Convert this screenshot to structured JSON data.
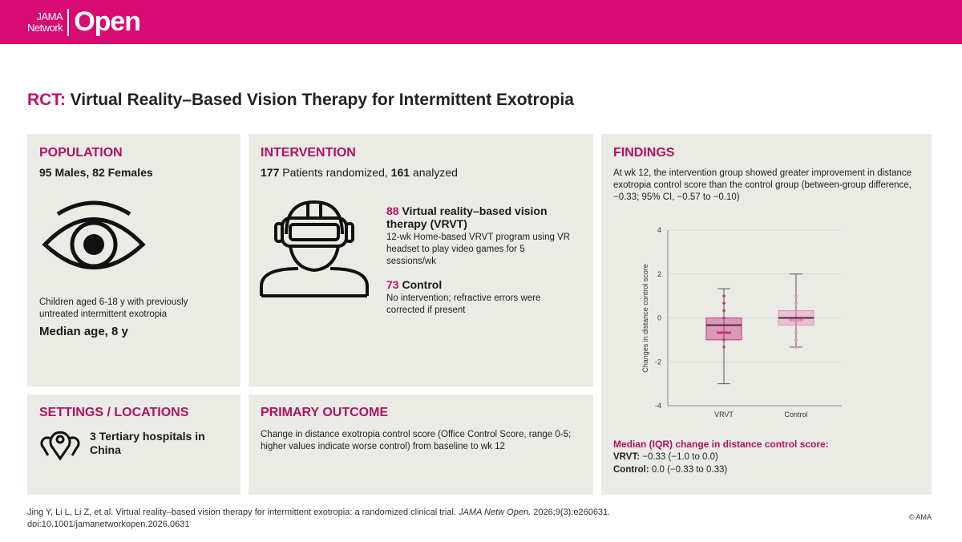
{
  "header": {
    "logo_line1": "JAMA",
    "logo_line2": "Network",
    "logo_main": "Open"
  },
  "title": {
    "prefix": "RCT:",
    "text": "Virtual Reality–Based Vision Therapy for Intermittent Exotropia"
  },
  "population": {
    "heading": "POPULATION",
    "summary": "95 Males, 82 Females",
    "description": "Children aged 6-18 y with previously untreated intermittent exotropia",
    "median": "Median age, 8 y",
    "icon": "eye-icon"
  },
  "intervention": {
    "heading": "INTERVENTION",
    "randomized_num": "177",
    "randomized_text": "Patients randomized,",
    "analyzed_num": "161",
    "analyzed_text": "analyzed",
    "icon": "vr-headset-person-icon",
    "arm1": {
      "n": "88",
      "name": "Virtual reality–based vision therapy (VRVT)",
      "desc": "12-wk Home-based VRVT program using VR headset to play video games for 5 sessions/wk"
    },
    "arm2": {
      "n": "73",
      "name": "Control",
      "desc": "No intervention; refractive errors were corrected if present"
    }
  },
  "settings": {
    "heading": "SETTINGS / LOCATIONS",
    "text": "3 Tertiary hospitals in China",
    "icon": "location-pins-icon"
  },
  "primary": {
    "heading": "PRIMARY OUTCOME",
    "text": "Change in distance exotropia control score (Office Control Score, range 0-5; higher values indicate worse control) from baseline to wk 12"
  },
  "findings": {
    "heading": "FINDINGS",
    "text": "At wk 12, the intervention group showed greater improvement in distance exotropia control score than the control group (between-group difference, −0.33; 95% CI, −0.57 to −0.10)",
    "median_heading": "Median (IQR) change in distance control score:",
    "vrvt_label": "VRVT:",
    "vrvt_value": "−0.33 (−1.0 to 0.0)",
    "control_label": "Control:",
    "control_value": "0.0 (−0.33 to 0.33)"
  },
  "chart_data": {
    "type": "box",
    "ylabel": "Changes in distance control score",
    "ylim": [
      -4,
      4
    ],
    "yticks": [
      "4",
      "2",
      "0",
      "-2",
      "-4"
    ],
    "grid": true,
    "categories": [
      "VRVT",
      "Control"
    ],
    "series": [
      {
        "name": "VRVT",
        "min": -3,
        "q1": -1,
        "median": -0.33,
        "q3": 0,
        "max": 1.33,
        "mean": -0.67,
        "color": "#c2387f",
        "points": [
          1,
          0.67,
          0.33,
          0,
          -1,
          -1.33
        ]
      },
      {
        "name": "Control",
        "min": -1.33,
        "q1": -0.33,
        "median": 0,
        "q3": 0.33,
        "max": 2,
        "mean": -0.1,
        "color": "#e58cb7",
        "points": [
          1,
          0.67,
          0.33,
          -0.67,
          -1,
          -1.33
        ]
      }
    ]
  },
  "citation": {
    "line1": "Jing Y, Li L, Li Z, et al. Virtual reality–based vision therapy for intermittent exotropia: a randomized clinical trial.",
    "journal": "JAMA Netw Open.",
    "line1b": "2026;9(3):e260631.",
    "line2": "doi:10.1001/jamanetworkopen.2026.0631"
  },
  "copyright": "© AMA",
  "colors": {
    "brand": "#d80b72",
    "accent": "#b0125f",
    "panel": "#ebebe6"
  }
}
